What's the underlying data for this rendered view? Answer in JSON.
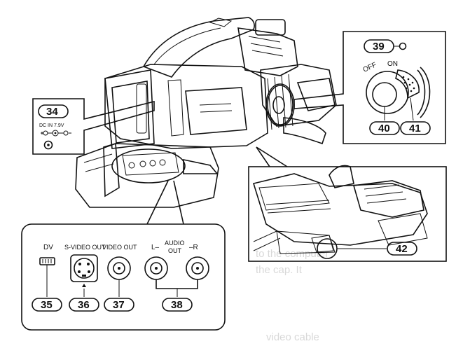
{
  "callouts": {
    "n34": "34",
    "n35": "35",
    "n36": "36",
    "n37": "37",
    "n38": "38",
    "n39": "39",
    "n40": "40",
    "n41": "41",
    "n42": "42"
  },
  "labels": {
    "dc_in": "DC IN 7.9V",
    "dv": "DV",
    "svideo_out": "S-VIDEO OUT",
    "video_out": "VIDEO OUT",
    "audio_l": "L–",
    "audio_word": "AUDIO",
    "audio_out": "OUT",
    "audio_r": "–R",
    "off": "OFF",
    "on": "ON"
  },
  "background_text": {
    "line1": "to the computer",
    "line2": "the cap. It",
    "line3": "video cable"
  }
}
